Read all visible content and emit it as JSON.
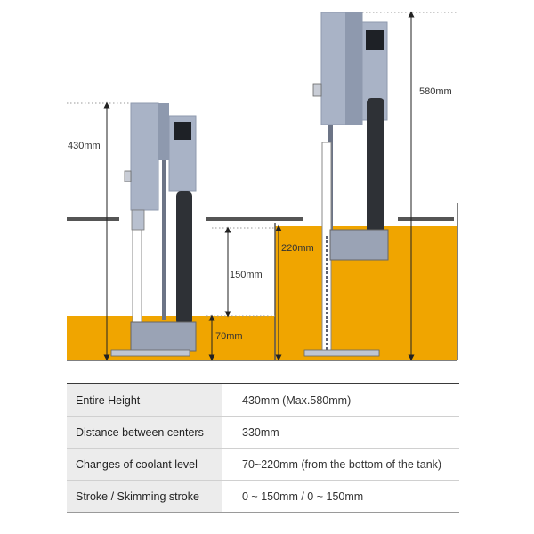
{
  "diagram": {
    "labels": {
      "height_normal": "430mm",
      "height_max": "580mm",
      "stroke": "150mm",
      "level_low": "70mm",
      "level_high": "220mm"
    },
    "colors": {
      "coolant": "#f0a500",
      "coolant_edge": "#c98a00",
      "housing": "#a9b3c6",
      "housing_dark": "#8e99ae",
      "hose": "#2e3136",
      "base": "#9aa3b5",
      "tank_line": "#555555",
      "dim_line": "#222222"
    }
  },
  "table": {
    "rows": [
      {
        "label": "Entire Height",
        "value": "430mm (Max.580mm)"
      },
      {
        "label": "Distance between centers",
        "value": "330mm"
      },
      {
        "label": "Changes of coolant level",
        "value": "70~220mm (from the bottom of the tank)"
      },
      {
        "label": "Stroke / Skimming stroke",
        "value": "0 ~ 150mm / 0 ~ 150mm"
      }
    ]
  }
}
